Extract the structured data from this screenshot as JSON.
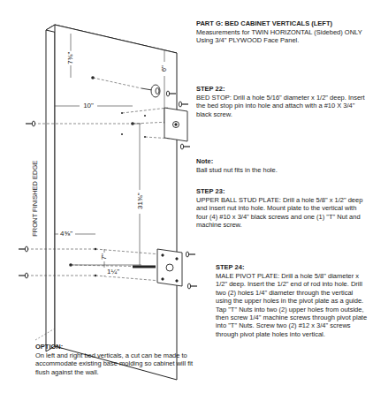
{
  "diagram": {
    "title": "PART G: BED CABINET VERTICALS (LEFT)",
    "labels": [
      "Measurements for TWIN HORIZONTAL (Sidebed) ONLY Using 3/4\" PLYWOOD Face Panel.",
      "6\"",
      "7⅜\"",
      "10\"",
      "31⅜\"",
      "4⅝\"",
      "7\"",
      "1¼\"",
      "FRONT FINISHED EDGE",
      "STEP 22:",
      "BED STOP: Drill a hole 5/16\" diameter x 1/2\" deep. Insert the bed stop pin into hole and attach with a #10 X 3/4\" black screw.",
      "Note:",
      "Ball stud nut fits in the hole.",
      "STEP 23:",
      "UPPER BALL STUD PLATE: Drill a hole 5/8\" x 1/2\" deep and insert nut into hole. Mount plate to the vertical with four (4) #10 x 3/4\" black screws and one (1) \"T\" Nut and machine screw.",
      "STEP 24:",
      "MALE PIVOT PLATE: Drill a hole 5/8\" diameter x 1/2\" deep. Insert the 1/2\" end of rod into hole. Drill two (2) holes 1/4\" diameter through the vertical using the upper holes in the pivot plate as a guide. Tap \"T\" Nuts into two (2) upper holes from outside, then screw 1/4\" machine screws through pivot plate into \"T\" Nuts. Screw two (2) #12 x 3/4\" screws through pivot plate holes into vertical.",
      "OPTION:",
      "On left and right  bed verticals, a cut can be made to accommodate existing base molding so cabinet will fit flush against the wall."
    ]
  }
}
